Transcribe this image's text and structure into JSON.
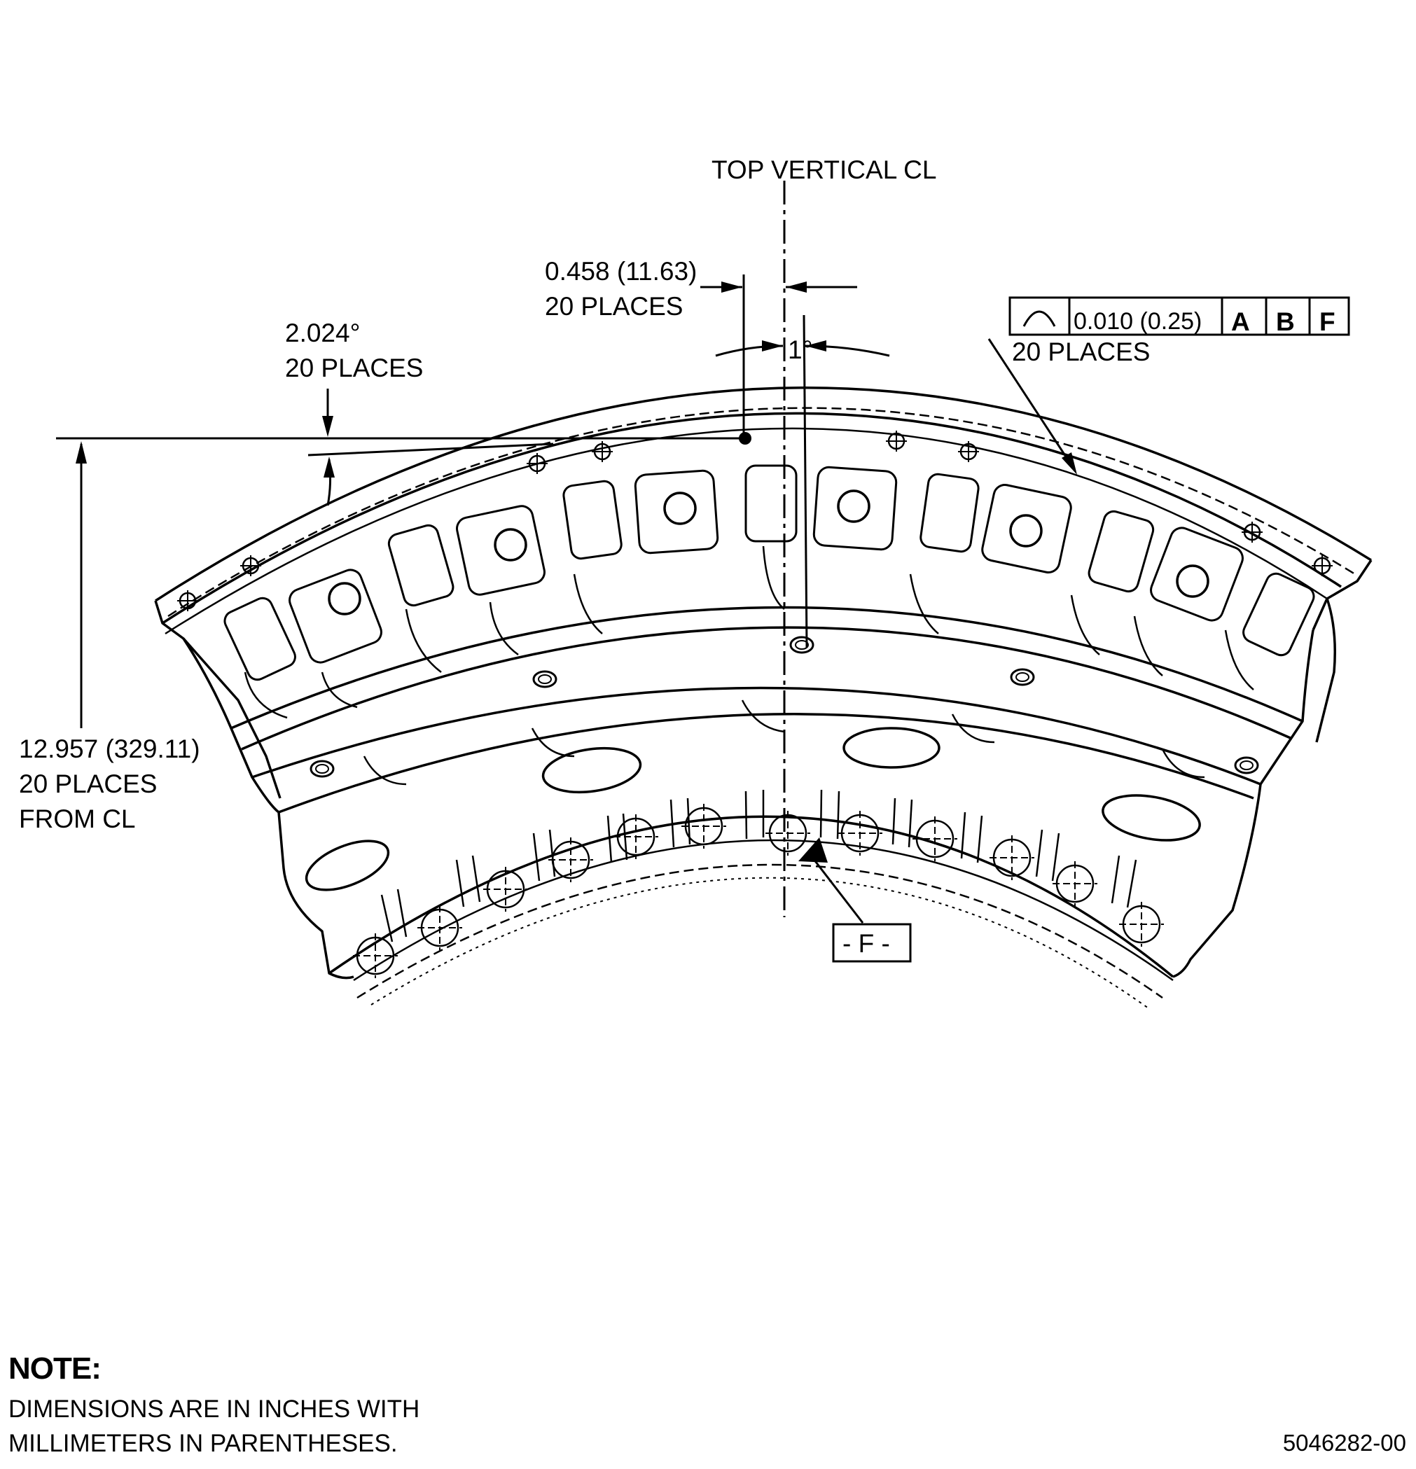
{
  "centerline_label": "TOP VERTICAL CL",
  "dim_offset": {
    "value": "0.458 (11.63)",
    "places": "20 PLACES"
  },
  "dim_angle": {
    "value": "2.024°",
    "places": "20 PLACES"
  },
  "dim_small_angle": {
    "value": "1°"
  },
  "dim_radius": {
    "value": "12.957 (329.11)",
    "places": "20 PLACES",
    "ref": "FROM CL"
  },
  "feature_control_frame": {
    "symbol": "profile-of-line-icon",
    "tolerance": "0.010 (0.25)",
    "datum_1": "A",
    "datum_2": "B",
    "datum_3": "F",
    "places": "20 PLACES"
  },
  "datum_feature": {
    "label": "- F -"
  },
  "note": {
    "title": "NOTE:",
    "line_1": "DIMENSIONS ARE IN INCHES WITH",
    "line_2": "MILLIMETERS IN PARENTHESES."
  },
  "drawing_number": "5046282-00"
}
